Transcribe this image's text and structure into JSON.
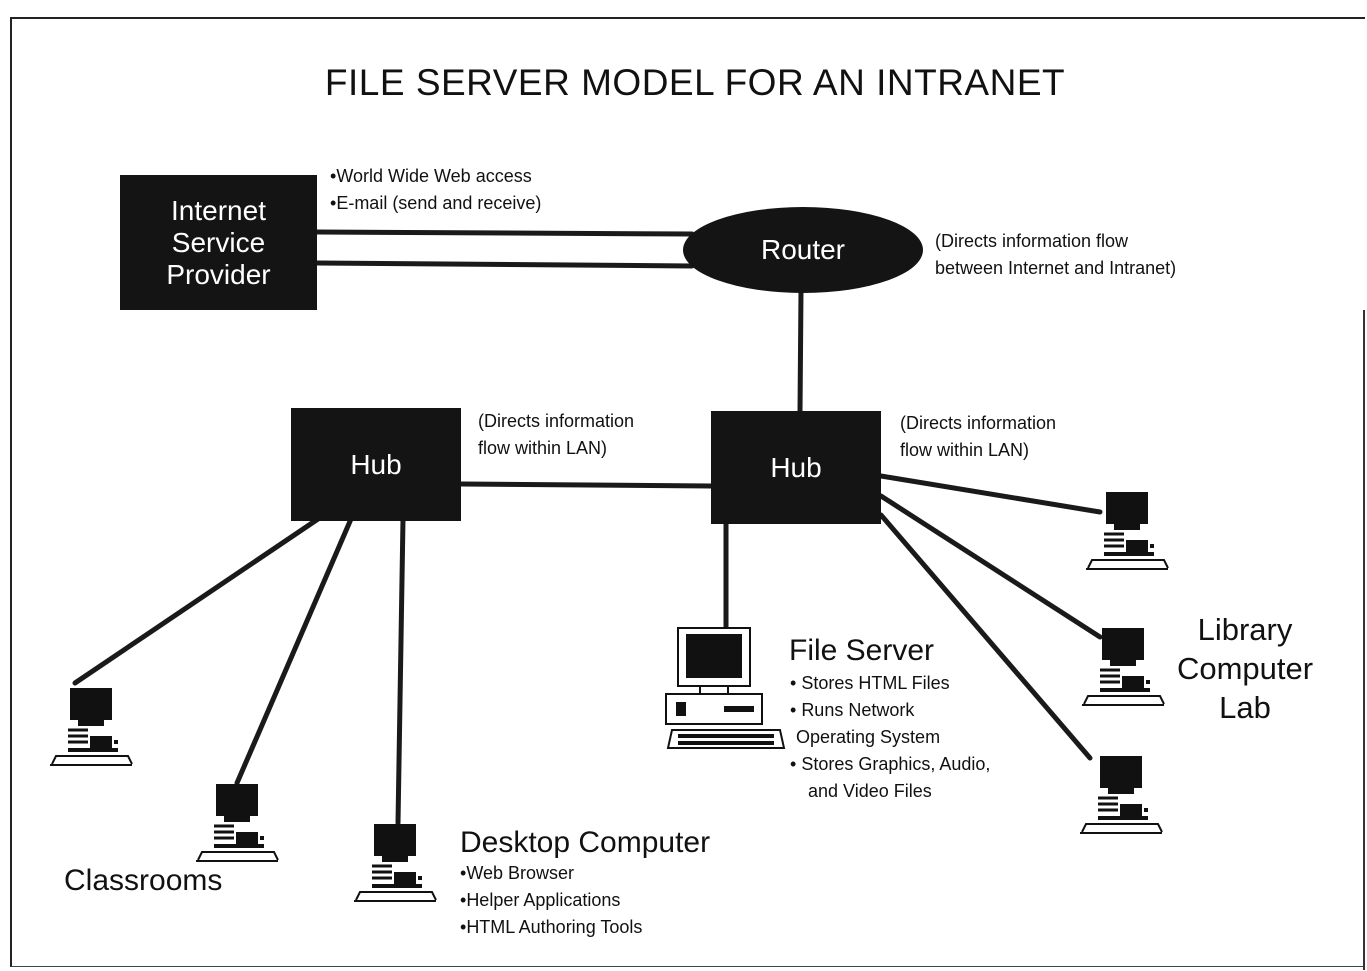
{
  "title": "FILE SERVER MODEL FOR AN INTRANET",
  "isp": {
    "lines": [
      "Internet",
      "Service",
      "Provider"
    ],
    "services": [
      "World Wide Web access",
      "E-mail (send and receive)"
    ]
  },
  "router": {
    "label": "Router",
    "note_lines": [
      "(Directs information flow",
      "between Internet and Intranet)"
    ]
  },
  "hub_left": {
    "label": "Hub",
    "note_lines": [
      "(Directs information",
      "flow within LAN)"
    ]
  },
  "hub_right": {
    "label": "Hub",
    "note_lines": [
      "(Directs information",
      "flow within LAN)"
    ]
  },
  "file_server": {
    "title": "File Server",
    "features": [
      "Stores HTML Files",
      "Runs Network",
      "Operating System",
      "Stores Graphics, Audio,",
      "and Video Files"
    ]
  },
  "desktop_computer": {
    "title": "Desktop Computer",
    "features": [
      "Web Browser",
      "Helper Applications",
      "HTML Authoring Tools"
    ]
  },
  "classrooms_label": "Classrooms",
  "library_lab": {
    "lines": [
      "Library",
      "Computer",
      "Lab"
    ]
  },
  "colors": {
    "box_fill": "#141414",
    "line": "#1a1a1a",
    "text_on_box": "#ffffff"
  },
  "icons": [
    "desktop-computer-icon",
    "file-server-icon"
  ]
}
